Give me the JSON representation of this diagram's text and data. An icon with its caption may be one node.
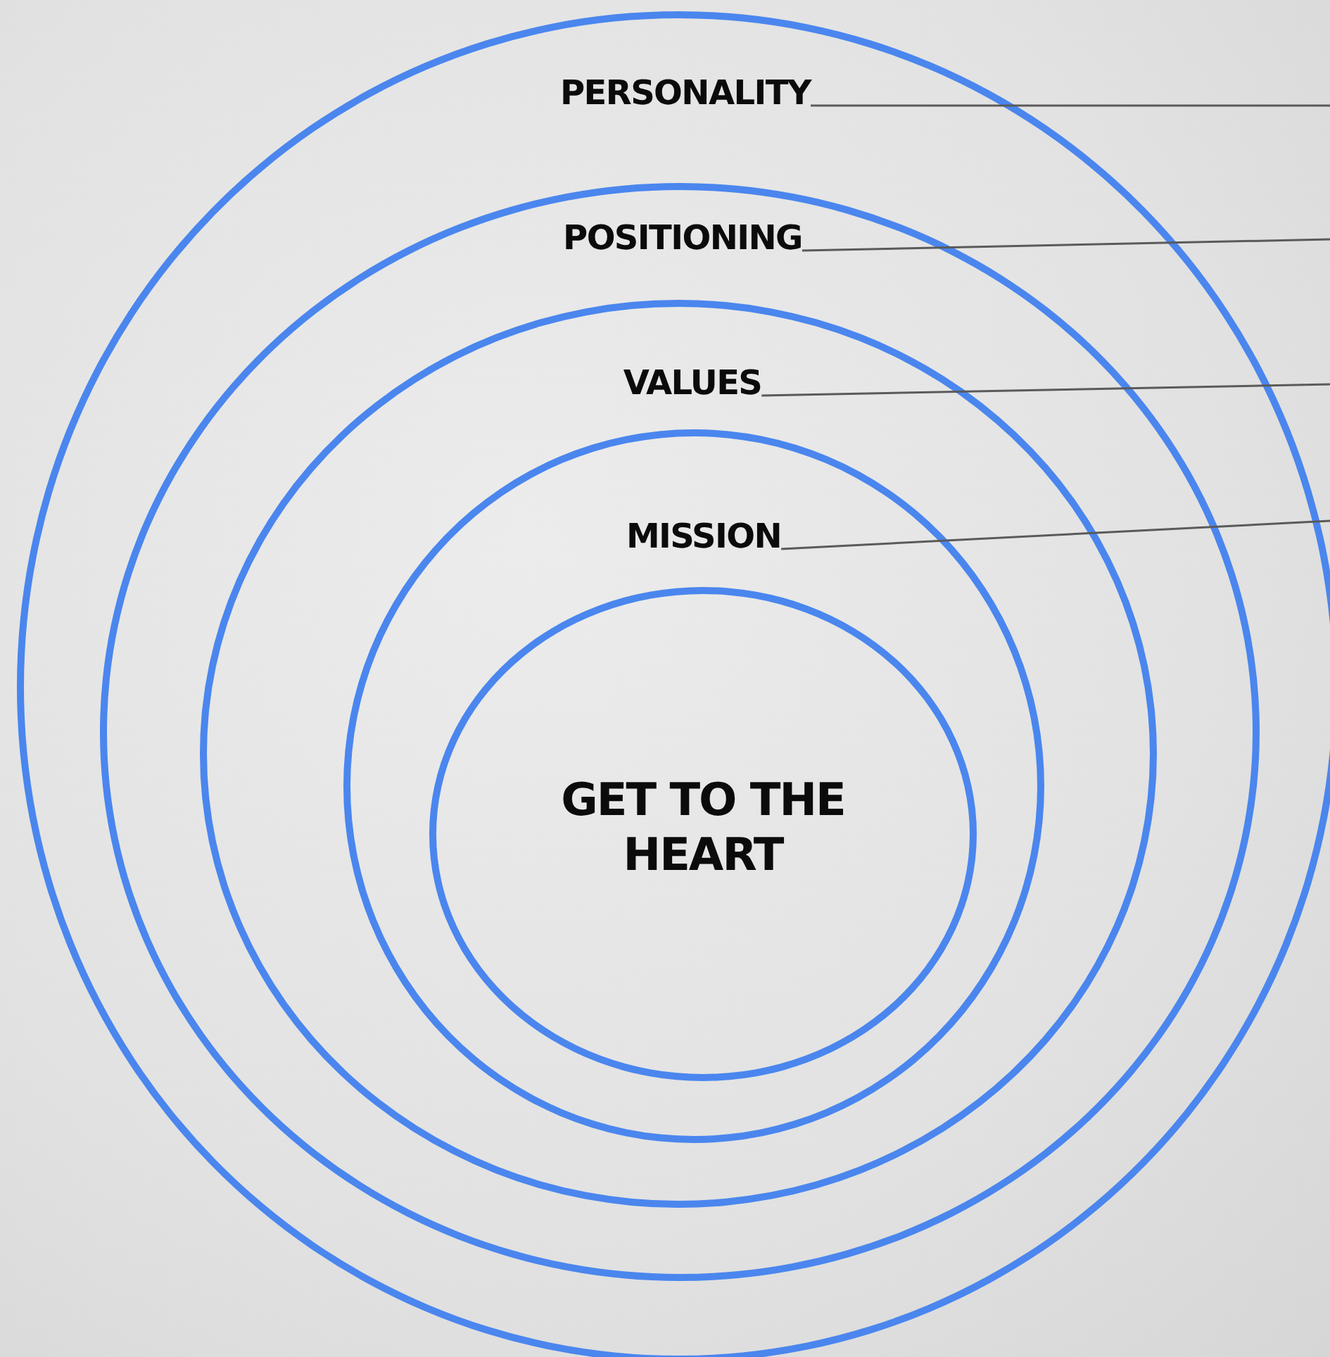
{
  "diagram": {
    "nodes": [
      {
        "text": [],
        "shape": "circle"
      },
      {
        "text": [
          "PERSONALITY"
        ],
        "in": 0
      },
      {
        "text": [],
        "shape": "circle",
        "in": 0
      },
      {
        "text": [
          "POSITIONING"
        ],
        "in": 2
      },
      {
        "text": [],
        "shape": "circle",
        "in": 2
      },
      {
        "text": [
          "VALUES"
        ],
        "in": 4
      },
      {
        "text": [],
        "shape": "circle",
        "in": 4
      },
      {
        "text": [
          "MISSION"
        ],
        "in": 6
      },
      {
        "text": [
          "GET TO THE HEART"
        ],
        "in": 6
      }
    ],
    "edges": [
      {
        "from": 1,
        "to": null,
        "arrow": "none"
      },
      {
        "from": 3,
        "to": null,
        "arrow": "none"
      },
      {
        "from": 5,
        "to": null,
        "arrow": "none"
      },
      {
        "from": 7,
        "to": null,
        "arrow": "none"
      }
    ]
  }
}
